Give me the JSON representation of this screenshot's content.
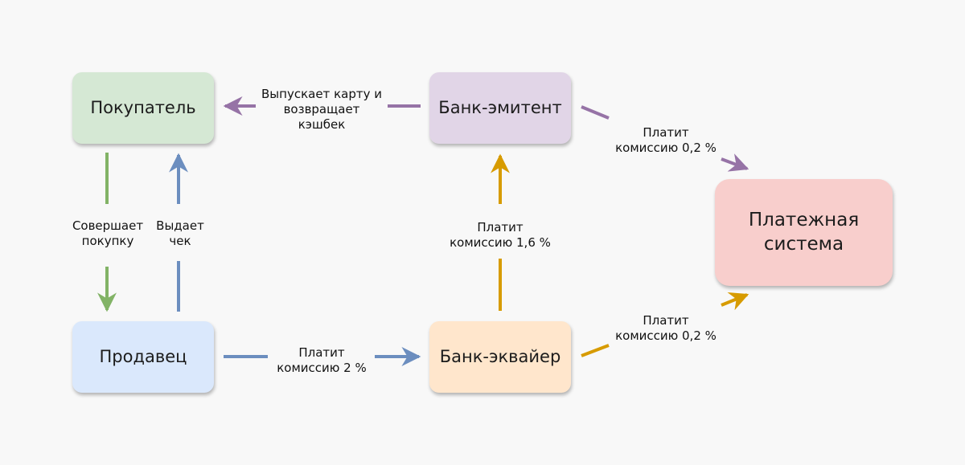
{
  "nodes": {
    "buyer": "Покупатель",
    "issuer": "Банк-эмитент",
    "seller": "Продавец",
    "acquirer": "Банк-эквайер",
    "payment_system": "Платежная\nсистема"
  },
  "edges": {
    "issuer_to_buyer": "Выпускает карту и\nвозвращает\nкэшбек",
    "buyer_to_seller": "Совершает\nпокупку",
    "seller_to_buyer": "Выдает\nчек",
    "seller_to_acquirer": "Платит\nкомиссию 2 %",
    "acquirer_to_issuer": "Платит\nкомиссию 1,6 %",
    "issuer_to_payment_system": "Платит\nкомиссию 0,2 %",
    "acquirer_to_payment_system": "Платит\nкомиссию 0,2 %"
  },
  "colors": {
    "buyer_fill": "#d5e8d4",
    "issuer_fill": "#e1d5e7",
    "seller_fill": "#dae8fc",
    "acquirer_fill": "#ffe6cc",
    "payment_system_fill": "#f8cecc",
    "purple_arrow": "#9673a6",
    "green_arrow": "#82b366",
    "blue_arrow": "#6c8ebf",
    "gold_arrow": "#d79b00"
  }
}
